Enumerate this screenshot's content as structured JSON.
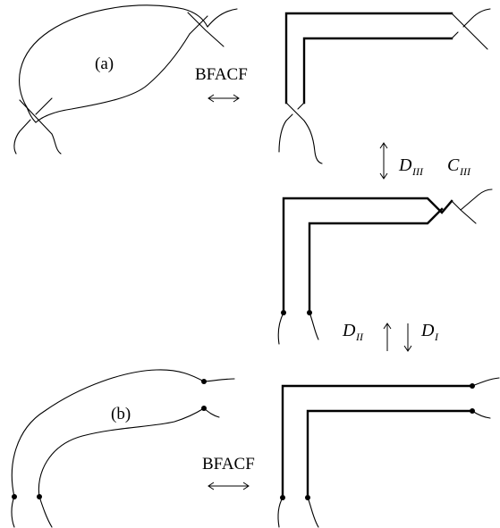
{
  "labels": {
    "panel_a": "(a)",
    "panel_b": "(b)",
    "bfacf_top": "BFACF",
    "bfacf_bottom": "BFACF"
  },
  "moves": {
    "d_iii": {
      "main": "D",
      "sub": "III"
    },
    "c_iii": {
      "main": "C",
      "sub": "III"
    },
    "d_ii": {
      "main": "D",
      "sub": "II"
    },
    "d_i": {
      "main": "D",
      "sub": "I"
    }
  }
}
